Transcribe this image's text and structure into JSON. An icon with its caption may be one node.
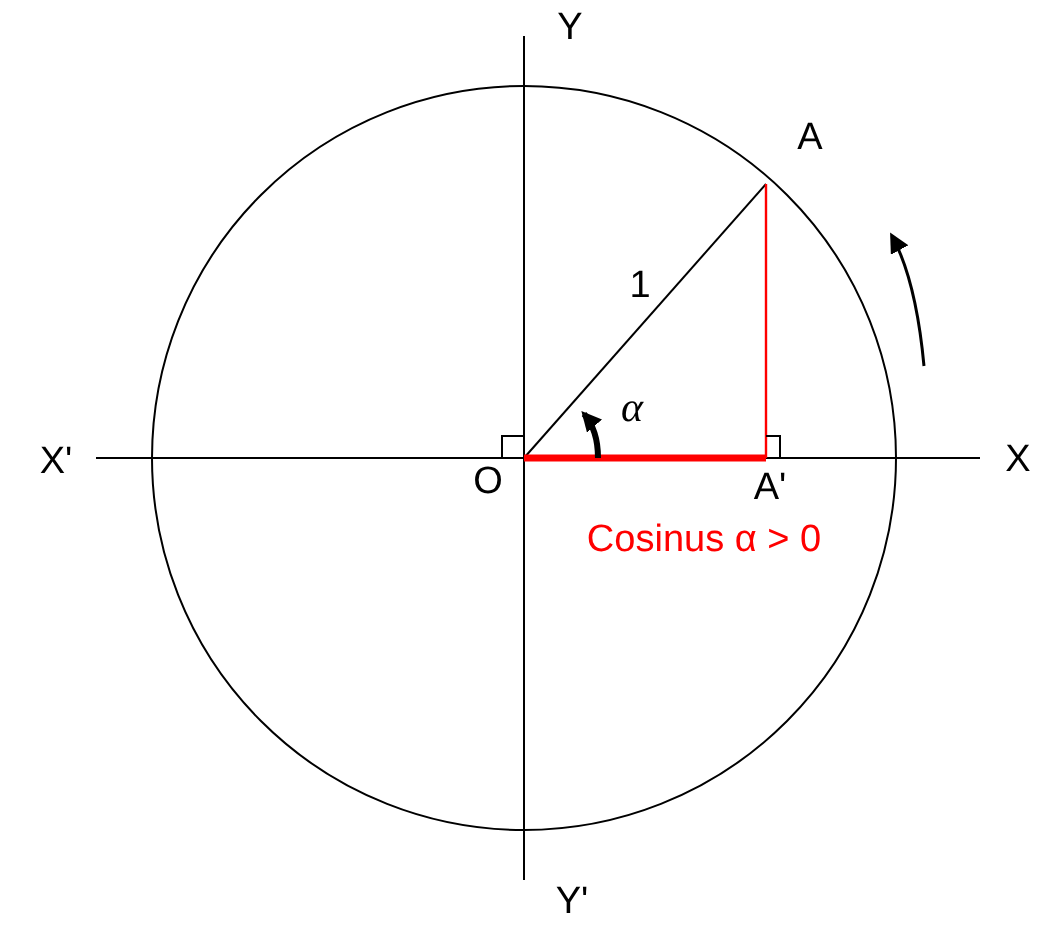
{
  "diagram": {
    "labels": [
      "Y",
      "A",
      "1",
      "α",
      "X'",
      "O",
      "A'",
      "X",
      "Cosinus α > 0",
      "Y'"
    ]
  }
}
